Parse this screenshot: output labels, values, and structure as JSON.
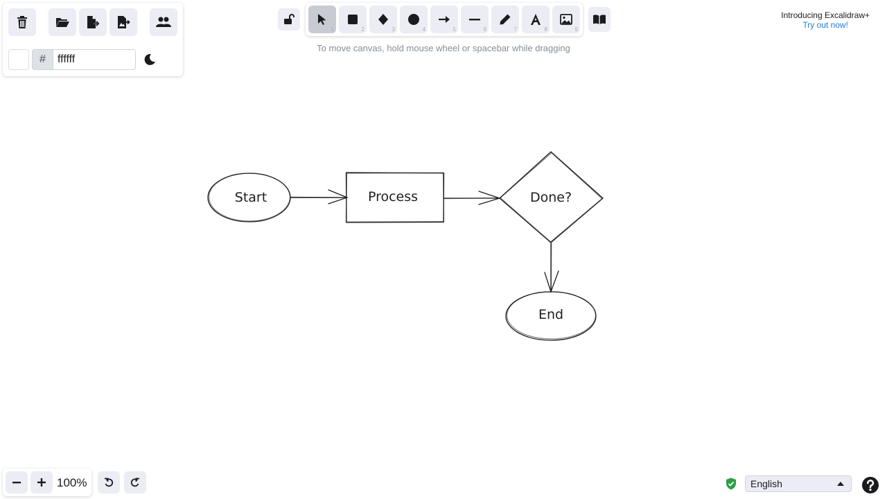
{
  "menu": {
    "clear_canvas": "trash-icon",
    "open": "folder-open-icon",
    "save": "save-file-icon",
    "export": "export-image-icon",
    "collaborate": "users-icon"
  },
  "background": {
    "hash_symbol": "#",
    "hex_value": "ffffff",
    "swatch_color": "#ffffff"
  },
  "toolbar": {
    "tools": [
      {
        "name": "selection",
        "shortcut": "1",
        "active": true
      },
      {
        "name": "rectangle",
        "shortcut": "2"
      },
      {
        "name": "diamond",
        "shortcut": "3"
      },
      {
        "name": "ellipse",
        "shortcut": "4"
      },
      {
        "name": "arrow",
        "shortcut": "5"
      },
      {
        "name": "line",
        "shortcut": "6"
      },
      {
        "name": "draw",
        "shortcut": "7"
      },
      {
        "name": "text",
        "shortcut": "8"
      },
      {
        "name": "image",
        "shortcut": "9"
      }
    ]
  },
  "hint": "To move canvas, hold mouse wheel or spacebar while dragging",
  "promo": {
    "line1": "Introducing Excalidraw+",
    "line2": "Try out now!"
  },
  "diagram": {
    "start_label": "Start",
    "process_label": "Process",
    "decision_label": "Done?",
    "end_label": "End"
  },
  "footer": {
    "zoom_out": "−",
    "zoom_in": "+",
    "zoom_level": "100%",
    "language": "English"
  },
  "colors": {
    "accent_link": "#1c7ed6",
    "button_bg": "#ececf4",
    "active_tool_bg": "#c8cbd2",
    "shield": "#2f9e44"
  }
}
